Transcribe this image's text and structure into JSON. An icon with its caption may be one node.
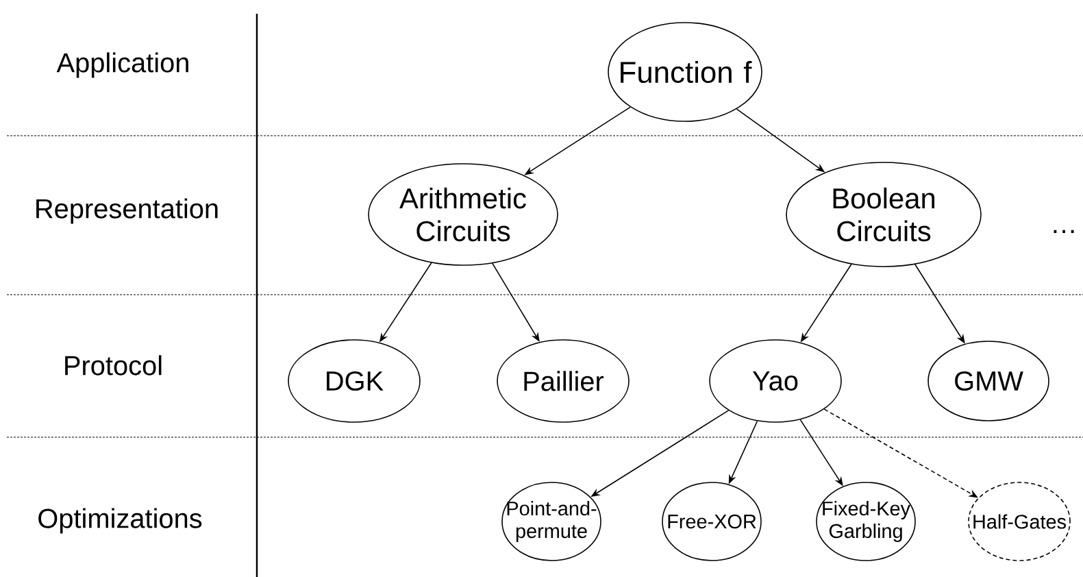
{
  "diagram": {
    "nodes": [
      {
        "text": [
          "Function f"
        ]
      },
      {
        "text": [
          "Arithmetic Circuits"
        ]
      },
      {
        "text": [
          "Boolean Circuits"
        ]
      },
      {
        "text": [
          "DGK"
        ]
      },
      {
        "text": [
          "Paillier"
        ]
      },
      {
        "text": [
          "Yao"
        ]
      },
      {
        "text": [
          "GMW"
        ]
      },
      {
        "text": [
          "Point-and-permute"
        ]
      },
      {
        "text": [
          "Free-XOR"
        ]
      },
      {
        "text": [
          "Fixed-Key Garbling"
        ]
      },
      {
        "text": [
          "Half-Gates"
        ]
      }
    ],
    "edges": [
      {
        "from": 0,
        "to": 1,
        "arrow": "to"
      },
      {
        "from": 0,
        "to": 2,
        "arrow": "to"
      },
      {
        "from": 1,
        "to": 3,
        "arrow": "to"
      },
      {
        "from": 1,
        "to": 4,
        "arrow": "to"
      },
      {
        "from": 2,
        "to": 5,
        "arrow": "to"
      },
      {
        "from": 2,
        "to": 6,
        "arrow": "to"
      },
      {
        "from": 5,
        "to": 7,
        "arrow": "to"
      },
      {
        "from": 5,
        "to": 8,
        "arrow": "to"
      },
      {
        "from": 5,
        "to": 9,
        "arrow": "to"
      },
      {
        "from": 5,
        "to": 10,
        "arrow": "to",
        "style": "dashed"
      }
    ],
    "labels": [
      "Application",
      "Representation",
      "Protocol",
      "Optimizations",
      "…"
    ]
  }
}
